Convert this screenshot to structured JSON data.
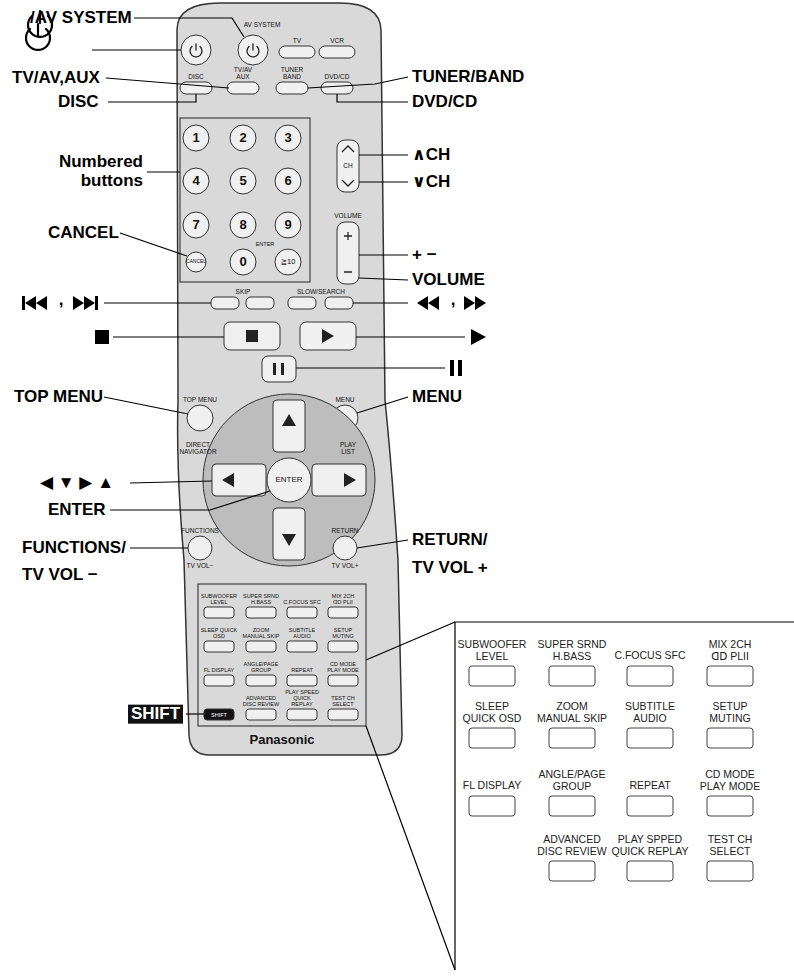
{
  "diagram": {
    "labels": [
      "/AV SYSTEM",
      "TV/AV,AUX",
      "DISC",
      "Numbered buttons",
      "CANCEL",
      ",",
      "TOP MENU",
      "◀ ▼ ▶ ▲",
      "ENTER",
      "FUNCTIONS/",
      "TV VOL −",
      "SHIFT",
      "TUNER/BAND",
      "DVD/CD",
      "∧CH",
      "∨CH",
      "+ −",
      "VOLUME",
      ",",
      "MENU",
      "RETURN/",
      "TV VOL +",
      "AV SYSTEM",
      "TV",
      "VCR",
      "DISC",
      "TV/AV AUX",
      "TUNER BAND",
      "DVD/CD",
      "1",
      "2",
      "3",
      "4",
      "5",
      "6",
      "7",
      "8",
      "9",
      "0",
      "ENTER",
      "≧10",
      "CANCEL",
      "CH",
      "VOLUME",
      "SKIP",
      "SLOW/SEARCH",
      "TOP MENU",
      "MENU",
      "DIRECT NAVIGATOR",
      "PLAY LIST",
      "ENTER",
      "FUNCTIONS",
      "TV VOL−",
      "RETURN",
      "TV VOL+",
      "SUBWOOFER LEVEL",
      "SUPER SRND H.BASS",
      "C.FOCUS SFC",
      "MIX 2CH ᗡᗞ PLII",
      "SLEEP QUICK OSD",
      "ZOOM MANUAL SKIP",
      "SUBTITLE AUDIO",
      "SETUP MUTING",
      "FL DISPLAY",
      "ANGLE/PAGE GROUP",
      "REPEAT",
      "CD MODE PLAY MODE",
      "SHIFT",
      "ADVANCED DISC REVIEW",
      "PLAY SPEED QUICK REPLAY",
      "TEST CH SELECT",
      "Panasonic",
      "SUBWOOFER LEVEL",
      "SUPER SRND H.BASS",
      "C.FOCUS SFC",
      "MIX 2CH ᗡᗞ PLII",
      "SLEEP QUICK OSD",
      "ZOOM MANUAL SKIP",
      "SUBTITLE AUDIO",
      "SETUP MUTING",
      "FL DISPLAY",
      "ANGLE/PAGE GROUP",
      "REPEAT",
      "CD MODE PLAY MODE",
      "ADVANCED DISC REVIEW",
      "PLAY SPPED QUICK REPLAY",
      "TEST CH SELECT"
    ]
  }
}
